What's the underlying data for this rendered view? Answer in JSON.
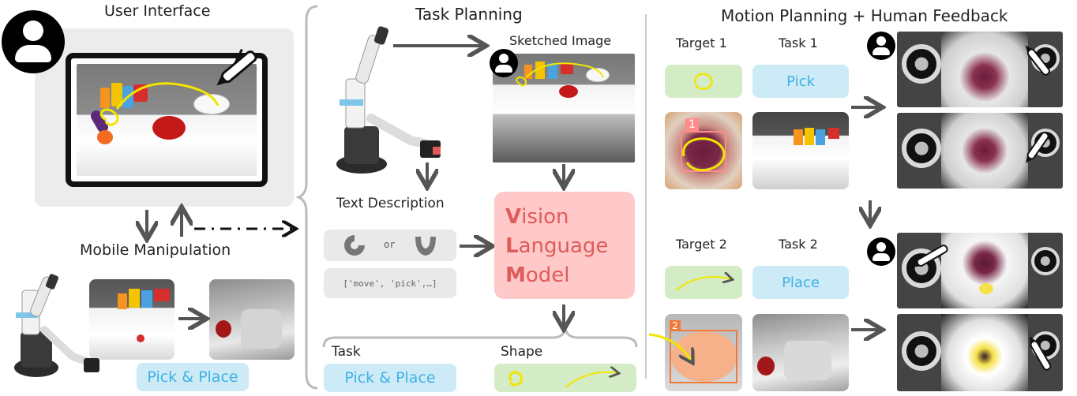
{
  "sections": {
    "user_interface": "User Interface",
    "task_planning": "Task Planning",
    "motion_planning": "Motion Planning + Human Feedback",
    "mobile_manipulation": "Mobile Manipulation"
  },
  "task_planning": {
    "sketched_image": "Sketched Image",
    "text_description": "Text Description",
    "or": "or",
    "code_text": "['move', 'pick',…]",
    "vlm_initials": [
      "V",
      "L",
      "M"
    ],
    "vlm_rest": [
      "ision",
      "anguage",
      "odel"
    ],
    "task_label": "Task",
    "shape_label": "Shape",
    "task_value": "Pick & Place"
  },
  "mobile": {
    "pick_place": "Pick & Place"
  },
  "motion": {
    "target1": "Target 1",
    "task1": "Task 1",
    "task1_value": "Pick",
    "target2": "Target 2",
    "task2": "Task 2",
    "task2_value": "Place",
    "marker1": "1",
    "marker2": "2"
  },
  "colors": {
    "blue_fill": "#cdeaf7",
    "blue_text": "#3fb2e3",
    "green_fill": "#d4ecc6",
    "vlm_fill": "#ffc9c9",
    "vlm_text": "#e05b5b",
    "sketch_yellow": "#f2e500",
    "arrow_gray": "#555555"
  },
  "icons": [
    "user-avatar-icon",
    "pen-icon",
    "gripper-open-icon",
    "gripper-closed-icon",
    "arrow-icon"
  ]
}
